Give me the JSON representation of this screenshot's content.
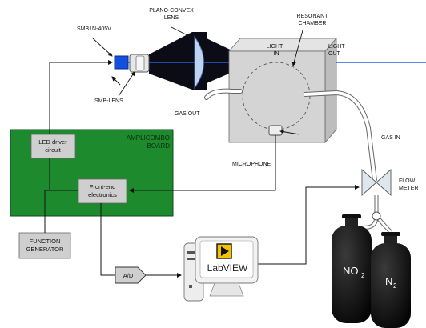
{
  "labels": {
    "smb1n": "SMB1N-405V",
    "lens_top": "PLANO-CONVEX",
    "lens_bottom": "LENS",
    "smb_lens": "SMB-LENS",
    "resonant_top": "RESONANT",
    "resonant_bottom": "CHAMBER",
    "light_in_top": "LIGHT",
    "light_in_bottom": "IN",
    "light_out_top": "LIGHT",
    "light_out_bottom": "OUT",
    "gas_out": "GAS OUT",
    "gas_in": "GAS IN",
    "microphone": "MICROPHONE",
    "flow_top": "FLOW",
    "flow_bottom": "METER",
    "board_top": "AMPLICOMBO",
    "board_bottom": "BOARD",
    "led_top": "LED driver",
    "led_bottom": "circuit",
    "frontend_top": "Front-end",
    "frontend_bottom": "electronics",
    "func_top": "FUNCTION",
    "func_bottom": "GENERATOR",
    "ad": "A/D",
    "labview": "LabVIEW",
    "no2": "NO",
    "no2_sub": "2",
    "n2": "N",
    "n2_sub": "2"
  },
  "colors": {
    "board_green": "#1e8a2e",
    "chamber_gray": "#d4d4d4",
    "box_gray": "#cfcfcf",
    "beam_blue": "#2a5fd6",
    "led_blue": "#1450e0",
    "lens_blue": "#bcd4f2",
    "cylinder_black": "#0c0c0c",
    "labview_yellow": "#f2c200"
  },
  "icons": [
    "computer-icon",
    "labview-icon",
    "gas-cylinder-icon",
    "flow-valve-icon",
    "led-icon"
  ]
}
